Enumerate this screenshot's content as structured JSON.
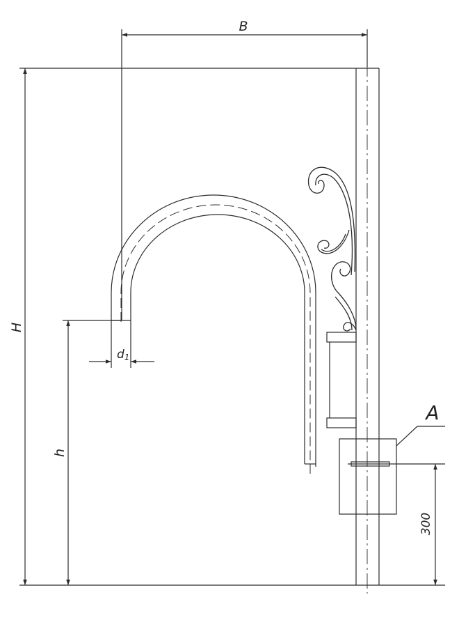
{
  "diagram": {
    "labels": {
      "width_dimension": "B",
      "total_height": "H",
      "outlet_height": "h",
      "pipe_diameter_main": "d",
      "pipe_diameter_sub": "1",
      "detail_callout": "A",
      "clamp_height": "300"
    },
    "line_color": "#2b2b2b"
  }
}
